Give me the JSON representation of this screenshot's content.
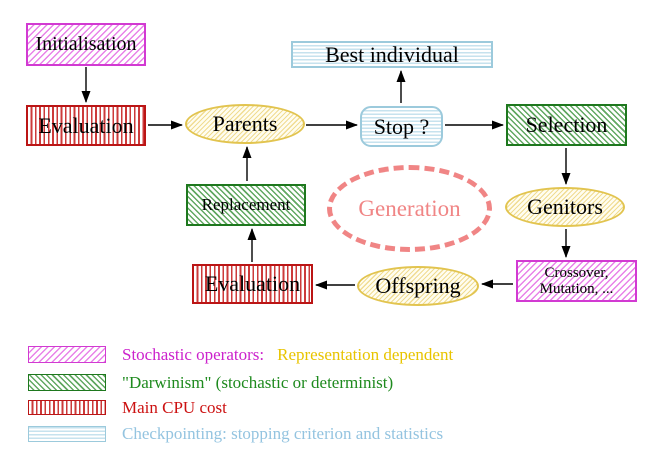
{
  "palette": {
    "magenta": "#d23ad2",
    "magenta-hatch": "#e882e8",
    "magenta-text": "#cc22cc",
    "green": "#1e781e",
    "green-hatch": "#62a862",
    "green-text": "#1e8a1e",
    "red": "#bb1515",
    "red-hatch": "#cc3a3a",
    "red-text": "#cc1111",
    "cyan": "#9ccadc",
    "cyan-hatch": "#c6e2ee",
    "cyan-text": "#94c4e0",
    "gold-border": "#e2c44f",
    "gold-hatch": "#f0dc92",
    "gold-text": "#e8c400",
    "salmon": "#f08585"
  },
  "nodes": {
    "initialisation": {
      "label": "Initialisation"
    },
    "evaluation_top": {
      "label": "Evaluation"
    },
    "parents": {
      "label": "Parents"
    },
    "best_individual": {
      "label": "Best individual"
    },
    "stop": {
      "label": "Stop ?"
    },
    "selection": {
      "label": "Selection"
    },
    "replacement": {
      "label": "Replacement"
    },
    "generation": {
      "label": "Generation"
    },
    "genitors": {
      "label": "Genitors"
    },
    "evaluation_bottom": {
      "label": "Evaluation"
    },
    "offspring": {
      "label": "Offspring"
    },
    "crossover": {
      "line1": "Crossover,",
      "line2": "Mutation, ..."
    }
  },
  "legend": [
    {
      "pattern": "magenta-hatch",
      "text": "Stochastic operators:",
      "text2": "Representation dependent"
    },
    {
      "pattern": "green-hatch",
      "text": "\"Darwinism\" (stochastic or determinist)"
    },
    {
      "pattern": "red-stripes",
      "text": "Main CPU cost"
    },
    {
      "pattern": "cyan-stripes",
      "text": "Checkpointing: stopping criterion and statistics"
    }
  ]
}
